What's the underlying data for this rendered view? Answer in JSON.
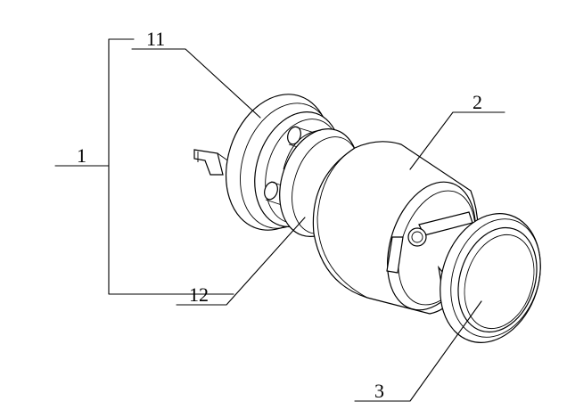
{
  "labels": {
    "assembly": "1",
    "end_cap": "11",
    "inner_ring": "12",
    "housing": "2",
    "lens_cap": "3"
  },
  "colors": {
    "line": "#000000",
    "background": "#ffffff"
  }
}
